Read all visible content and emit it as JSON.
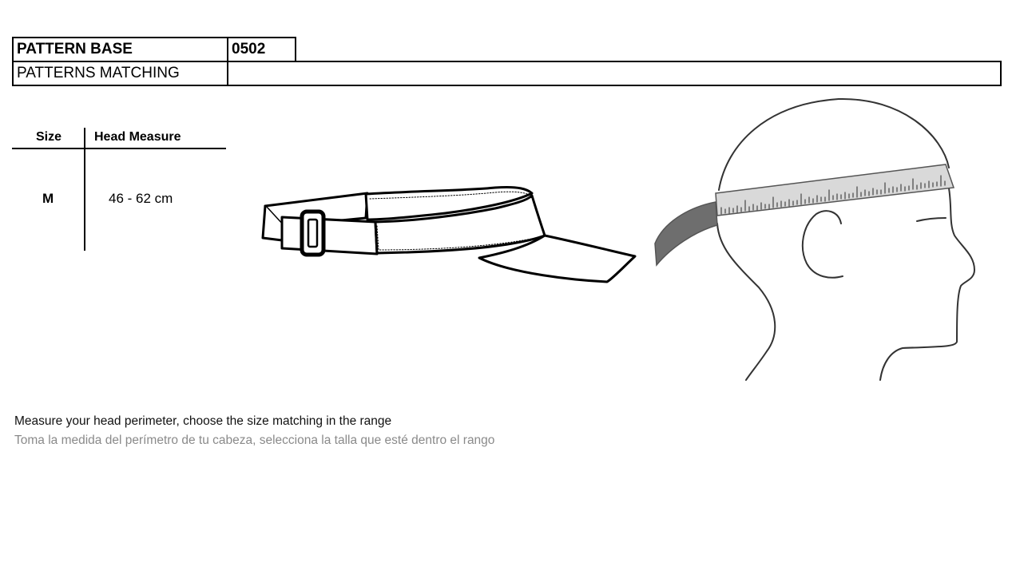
{
  "header": {
    "pattern_base_label": "PATTERN BASE",
    "pattern_base_value": "0502",
    "patterns_matching_label": "PATTERNS MATCHING",
    "patterns_matching_value": ""
  },
  "size_table": {
    "columns": [
      "Size",
      "Head Measure"
    ],
    "rows": [
      {
        "size": "M",
        "head_measure": "46 - 62 cm"
      }
    ]
  },
  "illustrations": {
    "visor": "visor-side-view",
    "head": "head-with-measuring-tape"
  },
  "instructions": {
    "english": "Measure your head perimeter, choose the size matching in the range",
    "spanish": "Toma la medida del perímetro de tu cabeza, selecciona la talla que esté dentro el rango"
  },
  "colors": {
    "text": "#000000",
    "secondary_text": "#8a8a8a",
    "tape_fill": "#d9d9d9",
    "tape_tail": "#6e6e6e"
  }
}
